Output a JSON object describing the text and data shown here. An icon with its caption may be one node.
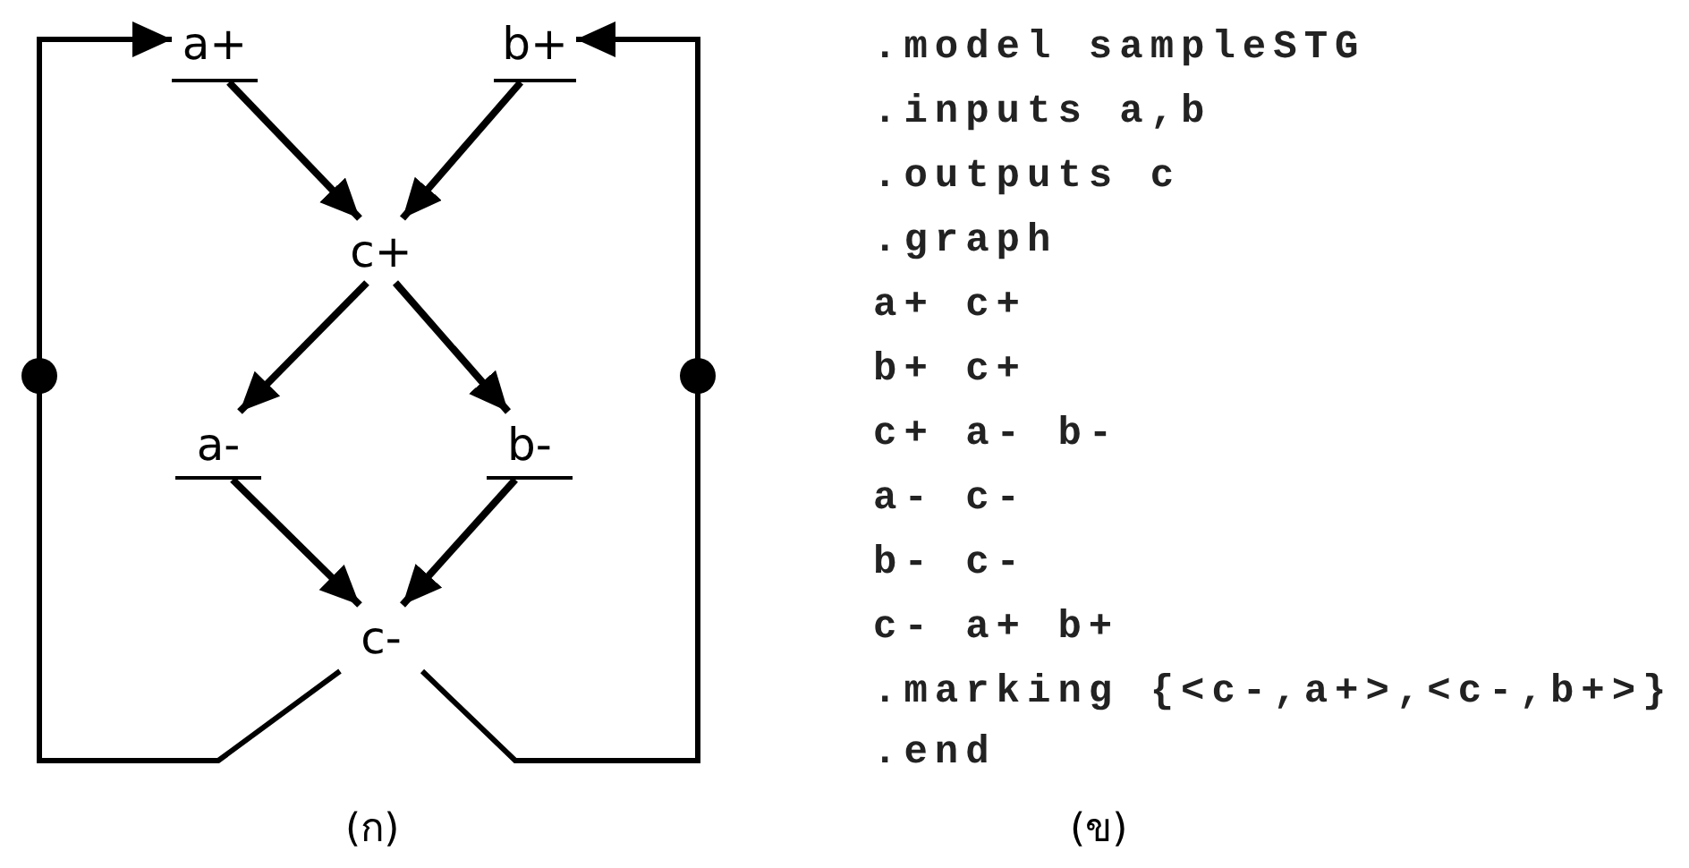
{
  "diagram": {
    "nodes": [
      {
        "text": [
          "a+"
        ]
      },
      {
        "text": [
          "b+"
        ]
      },
      {
        "text": [
          "c+"
        ]
      },
      {
        "text": [
          "a-"
        ]
      },
      {
        "text": [
          "b-"
        ]
      },
      {
        "text": [
          "c-"
        ]
      }
    ],
    "edges": [
      {
        "from": 0,
        "to": 2,
        "arrow": "to"
      },
      {
        "from": 1,
        "to": 2,
        "arrow": "to"
      },
      {
        "from": 2,
        "to": 3,
        "arrow": "to"
      },
      {
        "from": 2,
        "to": 4,
        "arrow": "to"
      },
      {
        "from": 3,
        "to": 5,
        "arrow": "to"
      },
      {
        "from": 4,
        "to": 5,
        "arrow": "to"
      },
      {
        "from": 5,
        "to": 0,
        "arrow": "to"
      },
      {
        "from": 5,
        "to": 1,
        "arrow": "to"
      }
    ],
    "labels": [
      ".model sampleSTG",
      ".inputs a,b",
      ".outputs c",
      ".graph",
      "a+ c+",
      "b+ c+",
      "c+ a- b-",
      "a- c-",
      "b- c-",
      "c- a+ b+",
      ".marking {<c-,a+>,<c-,b+>}",
      ".end",
      "(ก)",
      "(ข)"
    ]
  }
}
